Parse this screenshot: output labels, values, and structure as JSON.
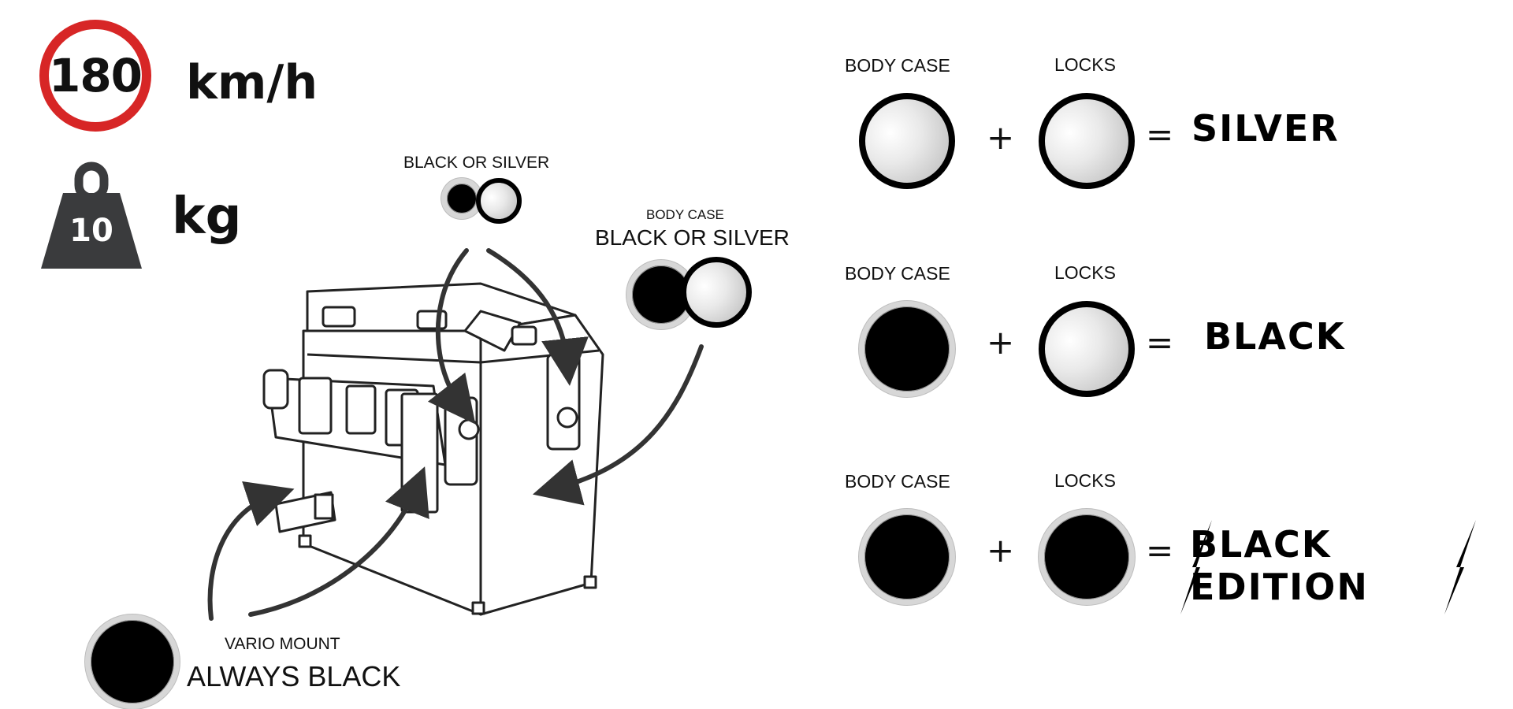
{
  "speed": {
    "value": "180",
    "unit": "km/h"
  },
  "weight": {
    "value": "10",
    "unit": "kg"
  },
  "diagram": {
    "top_callout": "BLACK OR SILVER",
    "body_case_small": "BODY CASE",
    "body_case_big": "BLACK OR SILVER",
    "vario_small": "VARIO MOUNT",
    "vario_big": "ALWAYS BLACK"
  },
  "combos": [
    {
      "body_label": "BODY CASE",
      "locks_label": "LOCKS",
      "plus": "+",
      "equals": "=",
      "result": "SILVER"
    },
    {
      "body_label": "BODY CASE",
      "locks_label": "LOCKS",
      "plus": "+",
      "equals": "=",
      "result": "BLACK"
    },
    {
      "body_label": "BODY CASE",
      "locks_label": "LOCKS",
      "plus": "+",
      "equals": "=",
      "result": "BLACK EDITION"
    }
  ],
  "colors": {
    "sign_red": "#d72626",
    "weight_gray": "#3a3b3d",
    "ink": "#111111"
  }
}
